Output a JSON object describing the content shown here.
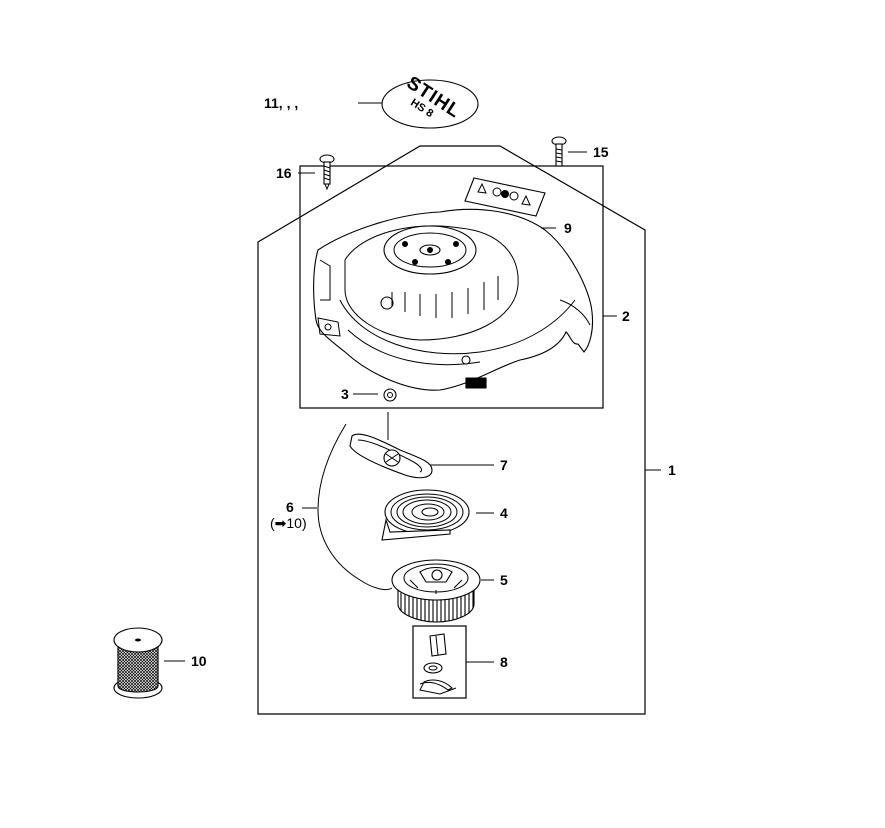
{
  "labels": {
    "p1": "1",
    "p2": "2",
    "p3": "3",
    "p4": "4",
    "p5": "5",
    "p6": "6",
    "p6_ref": "(➡10)",
    "p7": "7",
    "p8": "8",
    "p9": "9",
    "p10": "10",
    "p11": "11,    ,    ,",
    "p15": "15",
    "p16": "16"
  },
  "logo": {
    "brand": "STIHL",
    "model": "HS 8"
  }
}
